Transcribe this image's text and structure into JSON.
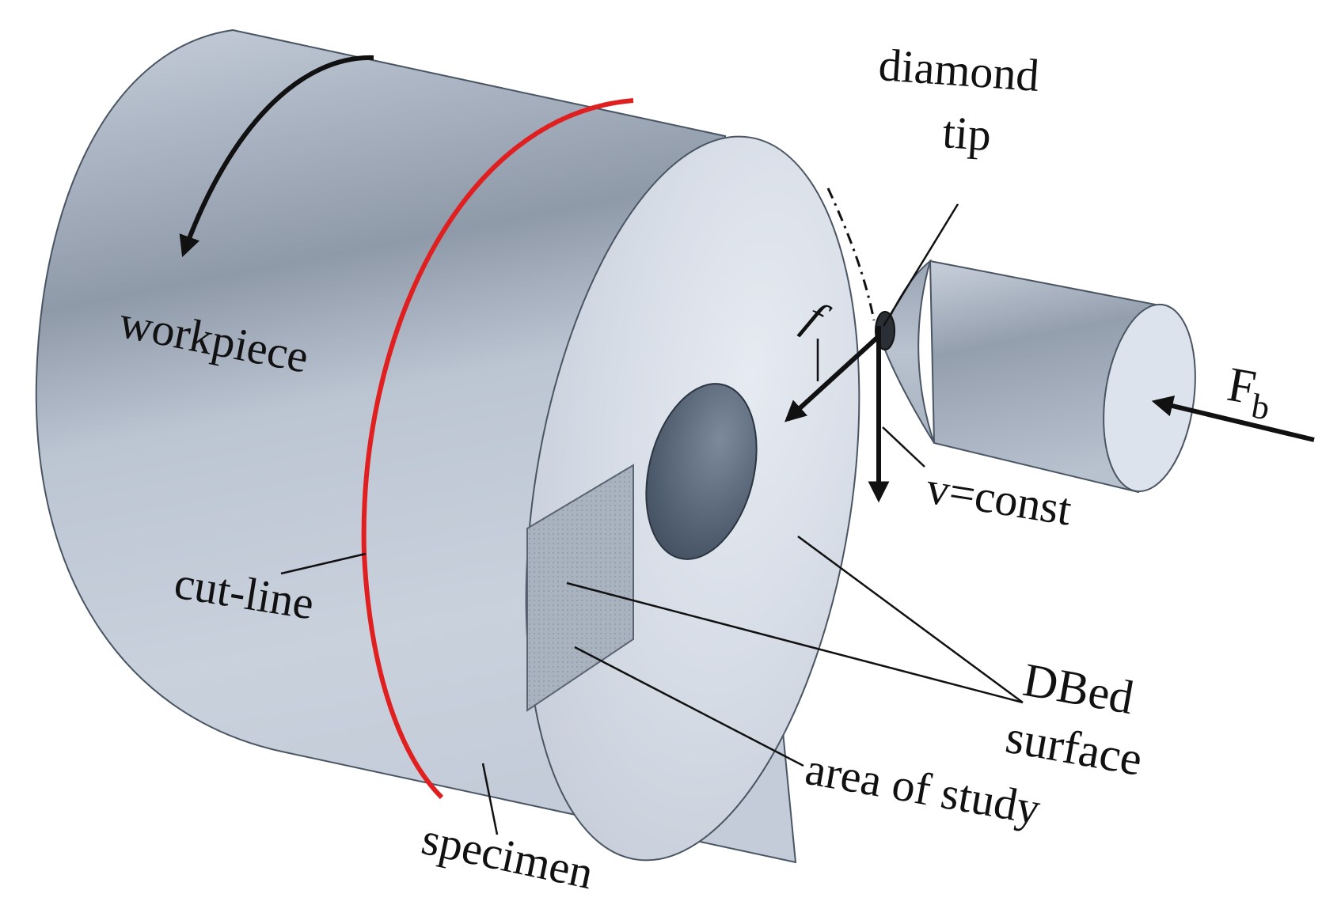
{
  "labels": {
    "diamond_tip_line1": "diamond",
    "diamond_tip_line2": "tip",
    "workpiece": "workpiece",
    "cut_line": "cut-line",
    "specimen": "specimen",
    "area_of_study": "area of study",
    "dbed_line1": "DBed",
    "dbed_line2": "surface",
    "v_const": "v=const",
    "feed": "f",
    "force_main": "F",
    "force_sub": "b"
  },
  "colors": {
    "cut_line": "#e02020",
    "body": "#b9c3d0",
    "face": "#d8dee8",
    "bore": "#4e5c6e",
    "tool": "#a5b0bf",
    "ink": "#111111"
  }
}
